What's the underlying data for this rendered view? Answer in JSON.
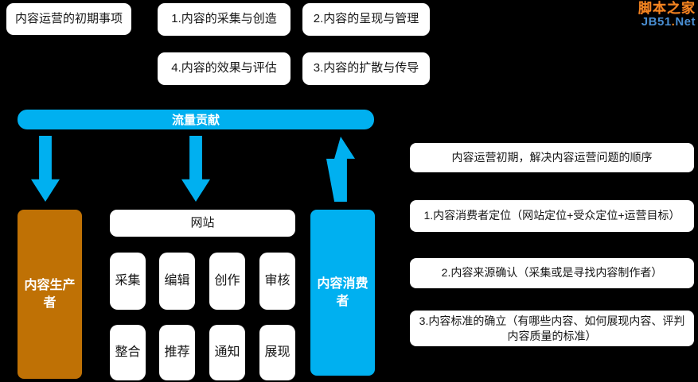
{
  "colors": {
    "background": "#000000",
    "cyan": "#00b0f0",
    "orange": "#bf7105",
    "box_bg": "#ffffff"
  },
  "header": {
    "title": "内容运营的初期事项"
  },
  "steps": [
    {
      "label": "1.内容的采集与创造"
    },
    {
      "label": "2.内容的呈现与管理"
    },
    {
      "label": "4.内容的效果与评估"
    },
    {
      "label": "3.内容的扩散与传导"
    }
  ],
  "flow": {
    "traffic_label": "流量贡献",
    "producer_label": "内容生产者",
    "consumer_label": "内容消费者",
    "website_label": "网站",
    "functions": [
      "采集",
      "编辑",
      "创作",
      "审核",
      "整合",
      "推荐",
      "通知",
      "展现"
    ]
  },
  "notes": [
    {
      "text": "内容运营初期，解决内容运营问题的顺序"
    },
    {
      "text": "1.内容消费者定位（网站定位+受众定位+运营目标）"
    },
    {
      "text": "2.内容来源确认（采集或是寻找内容制作者）"
    },
    {
      "text": "3.内容标准的确立（有哪些内容、如何展现内容、评判内容质量的标准）"
    }
  ],
  "watermark": {
    "brand": "脚本之家",
    "site_prefix": "JB51",
    "site_dot": ".",
    "site_suffix": "Net"
  }
}
